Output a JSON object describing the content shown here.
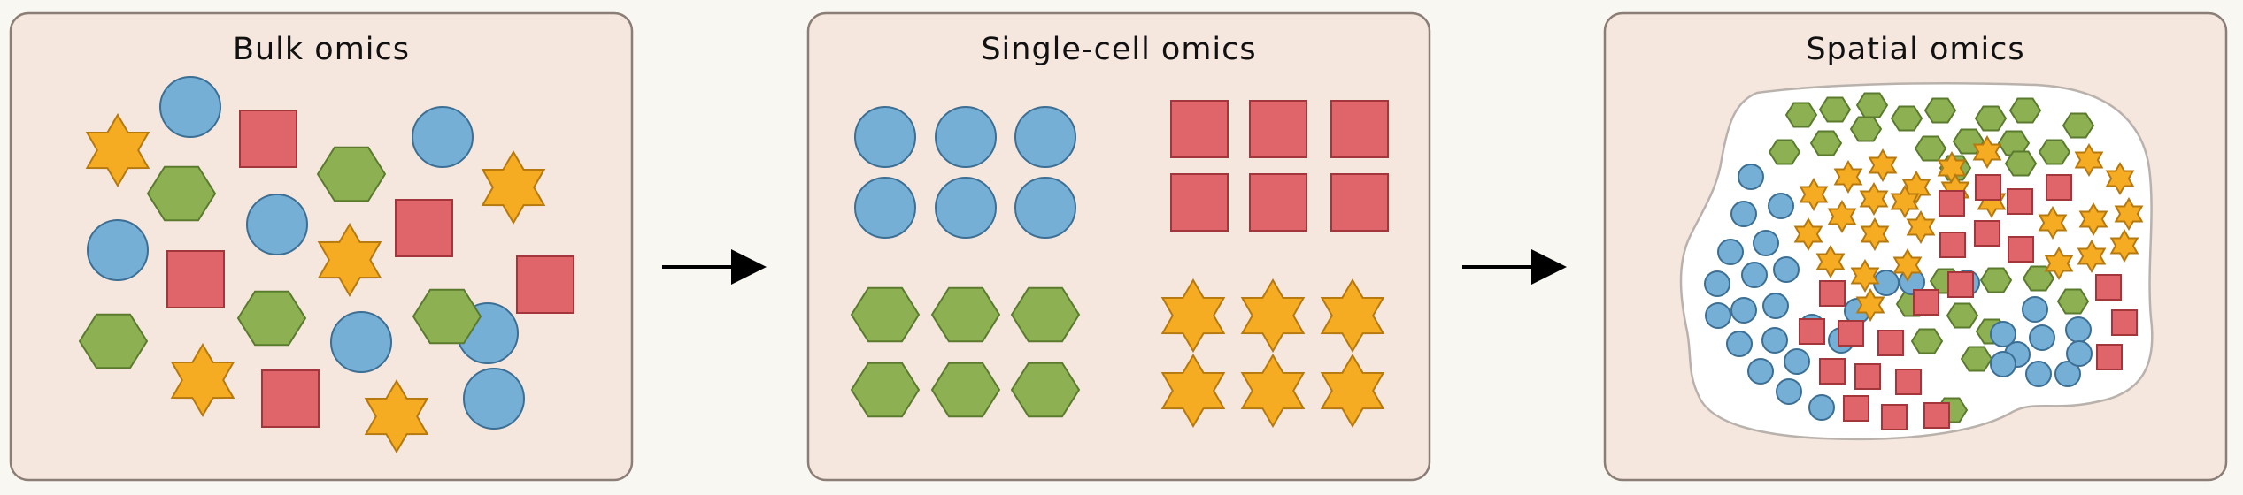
{
  "panels": [
    {
      "id": "bulk",
      "title": "Bulk omics"
    },
    {
      "id": "single-cell",
      "title": "Single-cell omics"
    },
    {
      "id": "spatial",
      "title": "Spatial omics"
    }
  ],
  "colors": {
    "circle": "#75afd6",
    "square": "#e0656b",
    "hexagon": "#8db053",
    "star": "#f5ab22",
    "panel": "#f5e6de",
    "tissue": "#ffffff"
  },
  "icons": [
    "circle-cell-icon",
    "square-cell-icon",
    "hexagon-cell-icon",
    "star-cell-icon",
    "right-arrow-icon"
  ]
}
